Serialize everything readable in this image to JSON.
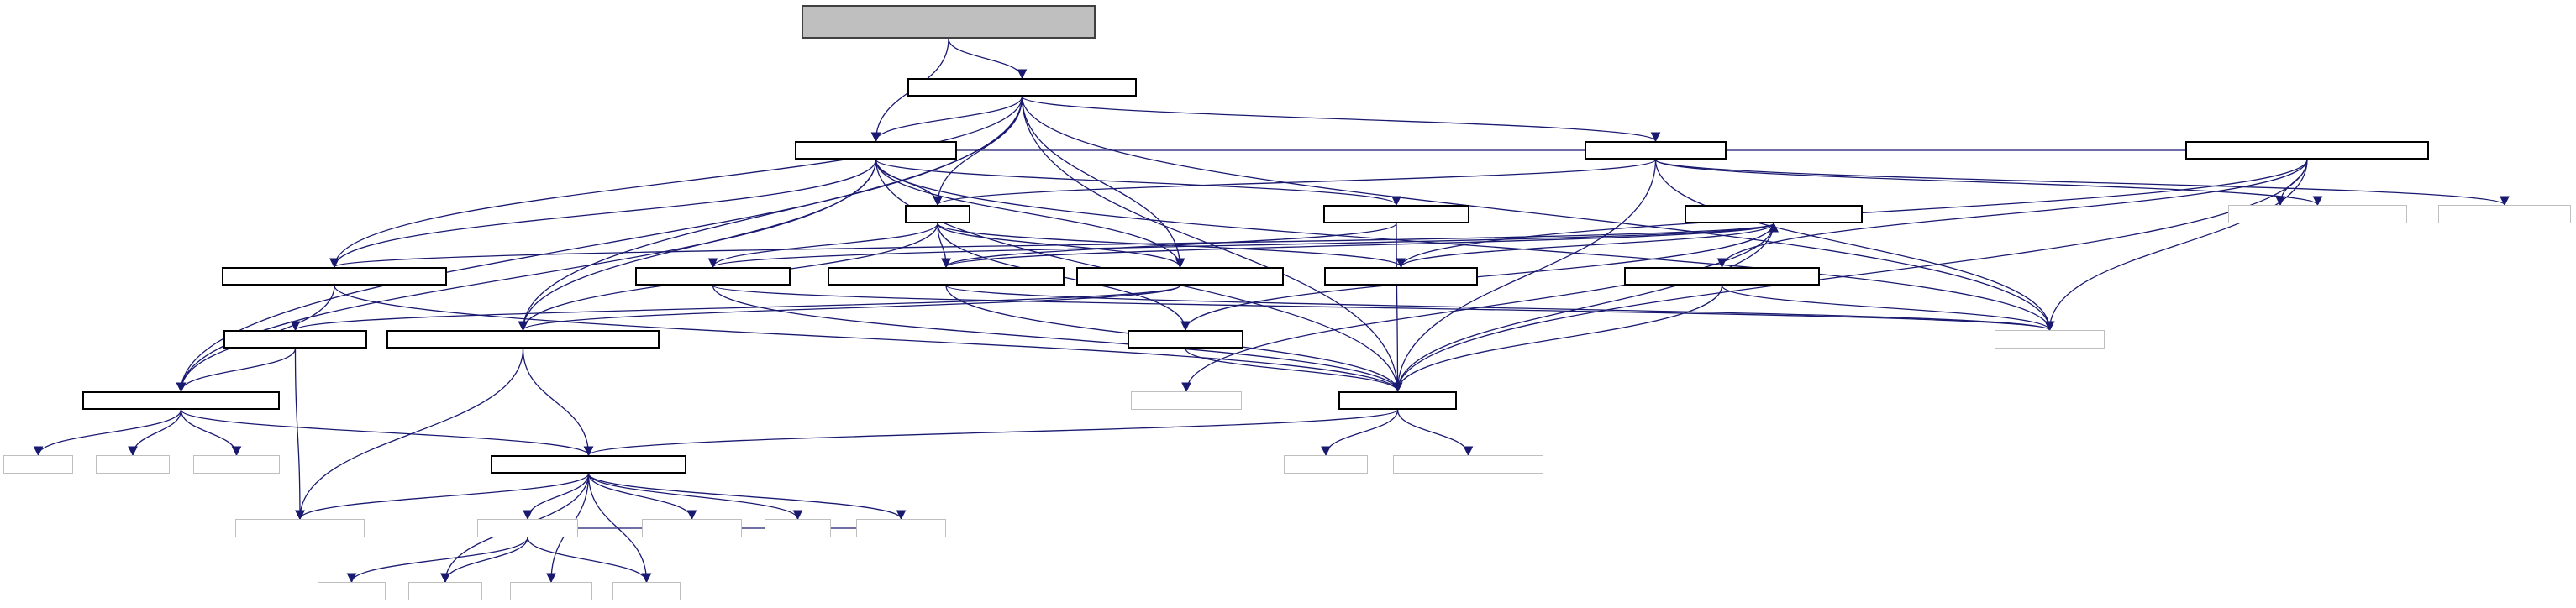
{
  "nodes": [
    {
      "id": "root",
      "kind": "root",
      "lines": [
        "",
        ""
      ]
    },
    {
      "id": "n1",
      "kind": "normal",
      "lines": [
        ""
      ]
    },
    {
      "id": "n2",
      "kind": "normal",
      "lines": [
        ""
      ]
    },
    {
      "id": "n3",
      "kind": "normal",
      "lines": [
        ""
      ]
    },
    {
      "id": "n4",
      "kind": "normal",
      "lines": [
        ""
      ]
    },
    {
      "id": "n5",
      "kind": "normal",
      "lines": [
        ""
      ]
    },
    {
      "id": "n6",
      "kind": "normal",
      "lines": [
        ""
      ]
    },
    {
      "id": "n7",
      "kind": "normal",
      "lines": [
        ""
      ]
    },
    {
      "id": "n8",
      "kind": "normal",
      "lines": [
        ""
      ]
    },
    {
      "id": "n9",
      "kind": "normal",
      "lines": [
        ""
      ]
    },
    {
      "id": "n10",
      "kind": "normal",
      "lines": [
        ""
      ]
    },
    {
      "id": "n11",
      "kind": "normal",
      "lines": [
        ""
      ]
    },
    {
      "id": "n12",
      "kind": "normal",
      "lines": [
        ""
      ]
    },
    {
      "id": "n13",
      "kind": "normal",
      "lines": [
        ""
      ]
    },
    {
      "id": "n14",
      "kind": "normal",
      "lines": [
        ""
      ]
    },
    {
      "id": "n15",
      "kind": "normal",
      "lines": [
        ""
      ]
    },
    {
      "id": "n16",
      "kind": "normal",
      "lines": [
        ""
      ]
    },
    {
      "id": "n17",
      "kind": "normal",
      "lines": [
        ""
      ]
    },
    {
      "id": "n18",
      "kind": "normal",
      "lines": [
        ""
      ]
    },
    {
      "id": "n19",
      "kind": "normal",
      "lines": [
        ""
      ]
    },
    {
      "id": "l1",
      "kind": "leaf",
      "lines": [
        ""
      ]
    },
    {
      "id": "l2",
      "kind": "leaf",
      "lines": [
        ""
      ]
    },
    {
      "id": "l3",
      "kind": "leaf",
      "lines": [
        ""
      ]
    },
    {
      "id": "l4",
      "kind": "leaf",
      "lines": [
        ""
      ]
    },
    {
      "id": "l5",
      "kind": "leaf",
      "lines": [
        ""
      ]
    },
    {
      "id": "l6",
      "kind": "leaf",
      "lines": [
        ""
      ]
    },
    {
      "id": "l7",
      "kind": "leaf",
      "lines": [
        ""
      ]
    },
    {
      "id": "l8",
      "kind": "leaf",
      "lines": [
        ""
      ]
    },
    {
      "id": "l9",
      "kind": "leaf",
      "lines": [
        ""
      ]
    },
    {
      "id": "l10",
      "kind": "leaf",
      "lines": [
        ""
      ]
    },
    {
      "id": "l11",
      "kind": "leaf",
      "lines": [
        ""
      ]
    },
    {
      "id": "l12",
      "kind": "leaf",
      "lines": [
        ""
      ]
    },
    {
      "id": "l13",
      "kind": "leaf",
      "lines": [
        ""
      ]
    },
    {
      "id": "l14",
      "kind": "leaf",
      "lines": [
        ""
      ]
    },
    {
      "id": "l15",
      "kind": "leaf",
      "lines": [
        ""
      ]
    },
    {
      "id": "l16",
      "kind": "leaf",
      "lines": [
        ""
      ]
    },
    {
      "id": "l17",
      "kind": "leaf",
      "lines": [
        ""
      ]
    },
    {
      "id": "l18",
      "kind": "leaf",
      "lines": [
        ""
      ]
    },
    {
      "id": "l19",
      "kind": "leaf",
      "lines": [
        ""
      ]
    },
    {
      "id": "l20",
      "kind": "leaf",
      "lines": [
        ""
      ]
    },
    {
      "id": "l21",
      "kind": "leaf",
      "lines": [
        ""
      ]
    }
  ],
  "edges": [
    [
      "root",
      "n1"
    ],
    [
      "root",
      "n2"
    ],
    [
      "n1",
      "n2"
    ],
    [
      "n1",
      "n3"
    ],
    [
      "n1",
      "n5"
    ],
    [
      "n1",
      "n6"
    ],
    [
      "n1",
      "n8"
    ],
    [
      "n1",
      "n14"
    ],
    [
      "n1",
      "n18"
    ],
    [
      "n1",
      "n11"
    ],
    [
      "n1",
      "l11"
    ],
    [
      "n2",
      "n3"
    ],
    [
      "n2",
      "n4"
    ],
    [
      "n2",
      "n5"
    ],
    [
      "n2",
      "n6"
    ],
    [
      "n2",
      "n8"
    ],
    [
      "n2",
      "n9"
    ],
    [
      "n2",
      "n11"
    ],
    [
      "n2",
      "n18"
    ],
    [
      "n2",
      "l11"
    ],
    [
      "n3",
      "n5"
    ],
    [
      "n3",
      "n8"
    ],
    [
      "n3",
      "n10"
    ],
    [
      "n3",
      "n12"
    ],
    [
      "n3",
      "n13"
    ],
    [
      "n3",
      "n16"
    ],
    [
      "n4",
      "n13"
    ],
    [
      "n4",
      "n18"
    ],
    [
      "n5",
      "n8"
    ],
    [
      "n5",
      "n7"
    ],
    [
      "n6",
      "n11"
    ],
    [
      "n6",
      "n17"
    ],
    [
      "n6",
      "n18"
    ],
    [
      "n7",
      "n11"
    ],
    [
      "n7",
      "l6"
    ],
    [
      "l6",
      "l7"
    ],
    [
      "n8",
      "n19"
    ],
    [
      "n8",
      "l6"
    ],
    [
      "n9",
      "n16"
    ],
    [
      "n9",
      "n15"
    ],
    [
      "n9",
      "n18"
    ],
    [
      "n9",
      "l5"
    ],
    [
      "n9",
      "l11"
    ],
    [
      "n10",
      "n17"
    ],
    [
      "n10",
      "n18"
    ],
    [
      "n11",
      "l1"
    ],
    [
      "n11",
      "l2"
    ],
    [
      "n11",
      "l3"
    ],
    [
      "n11",
      "n19"
    ],
    [
      "n12",
      "n17"
    ],
    [
      "n12",
      "n18"
    ],
    [
      "n12",
      "l11"
    ],
    [
      "n13",
      "n17"
    ],
    [
      "n13",
      "n18"
    ],
    [
      "n13",
      "l11"
    ],
    [
      "n14",
      "n3"
    ],
    [
      "n14",
      "n18"
    ],
    [
      "n14",
      "l11"
    ],
    [
      "n14",
      "l8"
    ],
    [
      "n14",
      "l9"
    ],
    [
      "n15",
      "n18"
    ],
    [
      "n15",
      "l11"
    ],
    [
      "n16",
      "n17"
    ],
    [
      "n17",
      "n18"
    ],
    [
      "n17",
      "l10"
    ],
    [
      "n18",
      "n19"
    ],
    [
      "n18",
      "l12"
    ],
    [
      "n18",
      "l13"
    ],
    [
      "n19",
      "l6"
    ],
    [
      "n19",
      "l14"
    ],
    [
      "n19",
      "l15"
    ],
    [
      "n19",
      "l16"
    ],
    [
      "n19",
      "l17"
    ],
    [
      "n19",
      "l18"
    ],
    [
      "n19",
      "l19"
    ],
    [
      "n19",
      "l20"
    ],
    [
      "l14",
      "l21"
    ],
    [
      "l14",
      "l17"
    ],
    [
      "l14",
      "l18"
    ],
    [
      "l14",
      "l19"
    ]
  ]
}
